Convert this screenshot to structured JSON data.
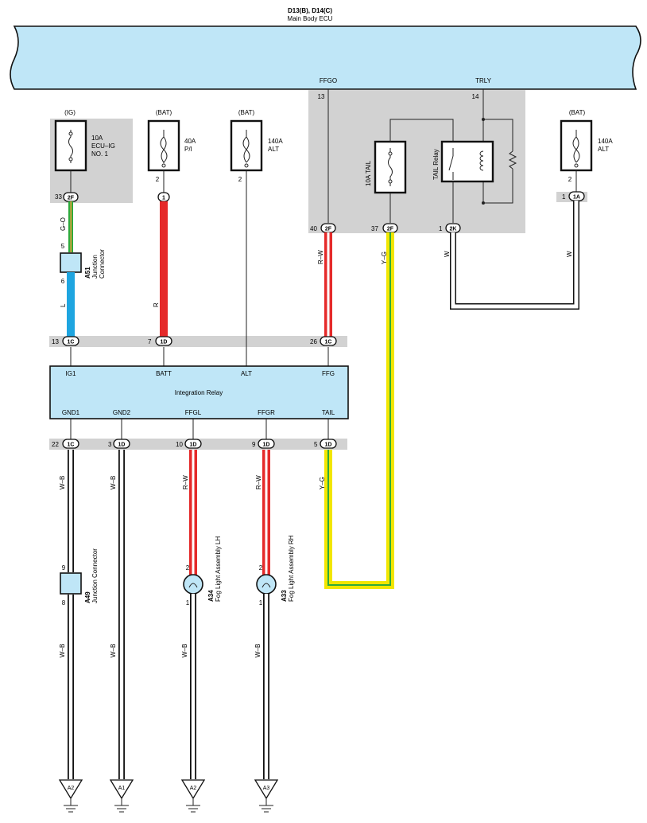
{
  "ecu": {
    "title_line1": "D13(B), D14(C)",
    "title_line2": "Main Body ECU",
    "pin_ffgo_label": "FFGO",
    "pin_ffgo_num": "13",
    "pin_trly_label": "TRLY",
    "pin_trly_num": "14"
  },
  "fuses": {
    "ecu_ig": {
      "source": "(IG)",
      "rating": "10A",
      "name_line1": "ECU–IG",
      "name_line2": "NO. 1"
    },
    "pi": {
      "source": "(BAT)",
      "rating": "40A",
      "name": "P/I",
      "pin": "2"
    },
    "alt": {
      "source": "(BAT)",
      "rating": "140A",
      "name": "ALT",
      "pin": "2"
    },
    "alt2": {
      "source": "(BAT)",
      "rating": "140A",
      "name": "ALT",
      "pin": "2"
    },
    "tail": {
      "name": "10A TAIL"
    }
  },
  "tail_relay": {
    "name": "TAIL Relay"
  },
  "connectors": {
    "c_2f_33": {
      "pin": "33",
      "id": "2F"
    },
    "c_1_pi": {
      "id": "1"
    },
    "c_2f_40": {
      "pin": "40",
      "id": "2F"
    },
    "c_2f_37": {
      "pin": "37",
      "id": "2F"
    },
    "c_2k_1": {
      "pin": "1",
      "id": "2K"
    },
    "c_1a_1": {
      "pin": "1",
      "id": "1A"
    },
    "c_1c_13": {
      "pin": "13",
      "id": "1C"
    },
    "c_1d_7": {
      "pin": "7",
      "id": "1D"
    },
    "c_1c_26": {
      "pin": "26",
      "id": "1C"
    },
    "c_1c_22": {
      "pin": "22",
      "id": "1C"
    },
    "c_1d_3": {
      "pin": "3",
      "id": "1D"
    },
    "c_1d_10": {
      "pin": "10",
      "id": "1D"
    },
    "c_1d_9": {
      "pin": "9",
      "id": "1D"
    },
    "c_1d_5": {
      "pin": "5",
      "id": "1D"
    }
  },
  "wires": {
    "g_o": "G–O",
    "l": "L",
    "r": "R",
    "r_w_top": "R–W",
    "y_g_top": "Y–G",
    "w_left": "W",
    "w_right": "W",
    "w_b_1": "W–B",
    "w_b_2": "W–B",
    "r_w_fl": "R–W",
    "r_w_fr": "R–W",
    "y_g_bottom": "Y–G",
    "w_b_3": "W–B",
    "w_b_4": "W–B",
    "w_b_5": "W–B",
    "w_b_6": "W–B"
  },
  "components": {
    "a51": {
      "code": "A51",
      "name_line1": "Junction",
      "name_line2": "Connector",
      "pin_top": "5",
      "pin_bottom": "6"
    },
    "a49": {
      "code": "A49",
      "name": "Junction Connector",
      "pin_top": "9",
      "pin_bottom": "8"
    },
    "a34": {
      "code": "A34",
      "name": "Fog Light Assembly LH",
      "pin_top": "2",
      "pin_bottom": "1"
    },
    "a33": {
      "code": "A33",
      "name": "Fog Light Assembly RH",
      "pin_top": "2",
      "pin_bottom": "1"
    }
  },
  "relay": {
    "name": "Integration Relay",
    "pin_ig1": "IG1",
    "pin_batt": "BATT",
    "pin_alt": "ALT",
    "pin_ffg": "FFG",
    "pin_gnd1": "GND1",
    "pin_gnd2": "GND2",
    "pin_ffgl": "FFGL",
    "pin_ffgr": "FFGR",
    "pin_tail": "TAIL"
  },
  "alt_pin": "2",
  "grounds": [
    "A2",
    "A1",
    "A2",
    "A3"
  ],
  "colors": {
    "ecu_fill": "#bfe6f7",
    "grey_area": "#d2d2d2",
    "wire_green": "#2eaa3c",
    "wire_orange": "#f2a23a",
    "wire_blue": "#1ea5e0",
    "wire_red": "#e52a2a",
    "wire_yellow": "#f2e600"
  }
}
